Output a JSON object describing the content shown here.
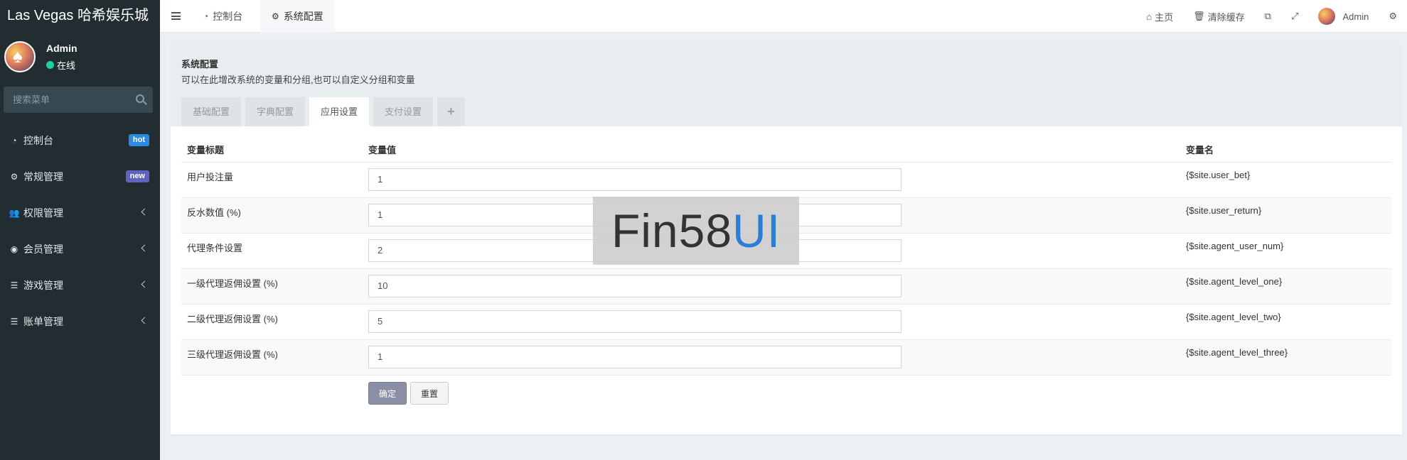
{
  "app": {
    "brand": "Las Vegas 哈希娱乐城"
  },
  "user": {
    "name": "Admin",
    "status": "在线"
  },
  "search": {
    "placeholder": "搜索菜单"
  },
  "sidebar": {
    "items": [
      {
        "label": "控制台",
        "icon": "dashboard-icon",
        "badge": "hot"
      },
      {
        "label": "常规管理",
        "icon": "cogs-icon",
        "badge": "new"
      },
      {
        "label": "权限管理",
        "icon": "users-icon"
      },
      {
        "label": "会员管理",
        "icon": "user-circle-icon"
      },
      {
        "label": "游戏管理",
        "icon": "list-icon"
      },
      {
        "label": "账单管理",
        "icon": "list-icon"
      }
    ]
  },
  "topbar": {
    "tabs": [
      "控制台",
      "系统配置"
    ],
    "right": {
      "home": "主页",
      "clear_cache": "清除缓存",
      "admin": "Admin"
    }
  },
  "panel": {
    "title": "系统配置",
    "desc": "可以在此增改系统的变量和分组,也可以自定义分组和变量",
    "tabs": [
      "基础配置",
      "字典配置",
      "应用设置",
      "支付设置",
      "+"
    ],
    "active_tab": "应用设置"
  },
  "table": {
    "headers": [
      "变量标题",
      "变量值",
      "变量名"
    ],
    "rows": [
      {
        "title": "用户投注量",
        "value": "1",
        "name": "{$site.user_bet}"
      },
      {
        "title": "反水数值 (%)",
        "value": "1",
        "name": "{$site.user_return}"
      },
      {
        "title": "代理条件设置",
        "value": "2",
        "name": "{$site.agent_user_num}"
      },
      {
        "title": "一级代理返佣设置 (%)",
        "value": "10",
        "name": "{$site.agent_level_one}"
      },
      {
        "title": "二级代理返佣设置 (%)",
        "value": "5",
        "name": "{$site.agent_level_two}"
      },
      {
        "title": "三级代理返佣设置 (%)",
        "value": "1",
        "name": "{$site.agent_level_three}"
      }
    ]
  },
  "buttons": {
    "ok": "确定",
    "reset": "重置"
  },
  "watermark": {
    "text": "Fin58",
    "accent": "UI"
  }
}
